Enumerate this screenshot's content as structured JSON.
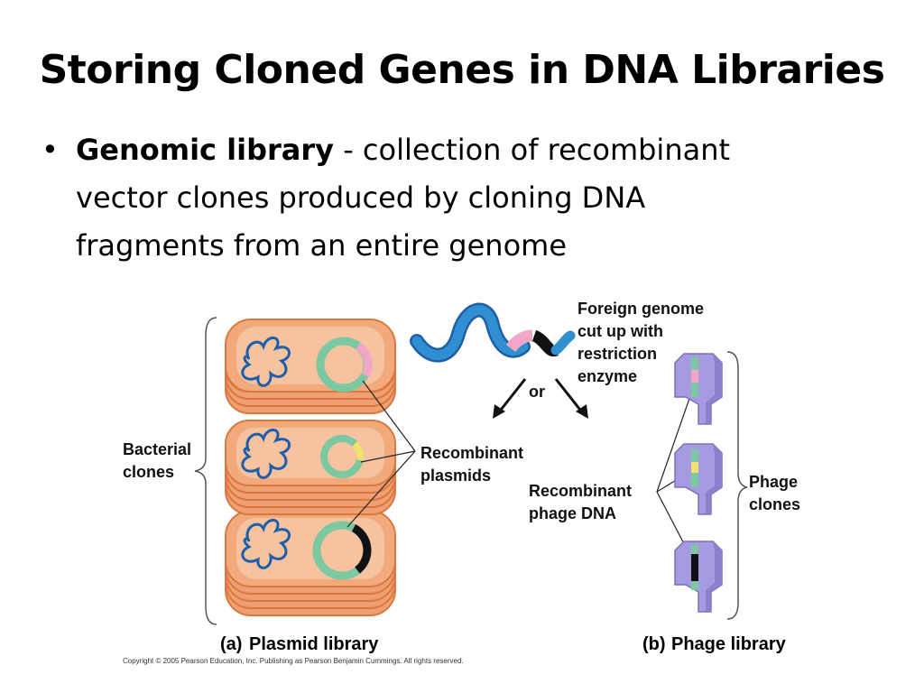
{
  "slide": {
    "title": "Storing Cloned Genes in DNA Libraries",
    "bullet": {
      "term": "Genomic library",
      "line1": " - collection of recombinant",
      "line2": "vector clones produced by cloning DNA",
      "line3": "fragments from an entire genome"
    }
  },
  "figure": {
    "foreign_genome": [
      "Foreign genome",
      "cut up with",
      "restriction",
      "enzyme"
    ],
    "or_label": "or",
    "bacterial_clones": [
      "Bacterial",
      "clones"
    ],
    "recombinant_plasmids": [
      "Recombinant",
      "plasmids"
    ],
    "recombinant_phage": [
      "Recombinant",
      "phage DNA"
    ],
    "phage_clones": [
      "Phage",
      "clones"
    ],
    "caption_a_letter": "(a)",
    "caption_a": "Plasmid library",
    "caption_b_letter": "(b)",
    "caption_b": "Phage library",
    "copyright": "Copyright © 2005 Pearson Education, Inc. Publishing as Pearson Benjamin Cummings. All rights reserved.",
    "colors": {
      "cell_fill": "#f0a070",
      "cell_edge": "#d97840",
      "plasmid": "#7cc8a0",
      "dna": "#2f8fd0",
      "insert_pink": "#f2a6c8",
      "insert_yellow": "#f4e070",
      "insert_black": "#111111",
      "phage": "#a59be0"
    }
  }
}
